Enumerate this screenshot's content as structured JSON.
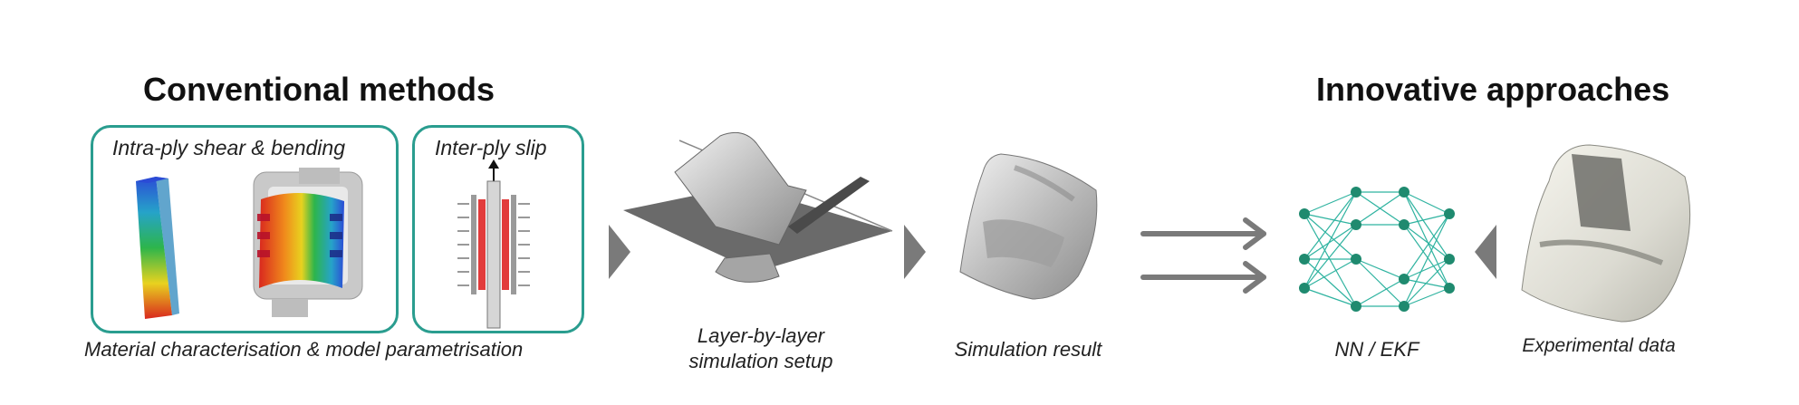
{
  "headings": {
    "conventional": "Conventional methods",
    "innovative": "Innovative approaches"
  },
  "panels": {
    "intra_ply": "Intra-ply shear & bending",
    "inter_ply": "Inter-ply slip"
  },
  "captions": {
    "material": "Material characterisation & model parametrisation",
    "layer_line1": "Layer-by-layer",
    "layer_line2": "simulation setup",
    "sim_result": "Simulation result",
    "nn_ekf": "NN / EKF",
    "experimental": "Experimental data"
  },
  "colors": {
    "panel_border": "#2a9d8f",
    "arrow_gray": "#7a7a7a",
    "nn_node": "#1f8a6f",
    "nn_edge": "#2fb3a0"
  }
}
